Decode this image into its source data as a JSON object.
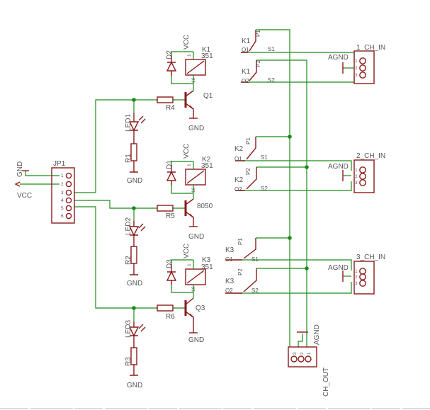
{
  "colors": {
    "wire": "#1a8a1a",
    "symbol": "#8b1a1a",
    "text": "#555555"
  },
  "jp1": {
    "name": "JP1",
    "pins": [
      "1",
      "2",
      "3",
      "4",
      "5",
      "6"
    ],
    "gnd": "GND",
    "vcc": "VCC"
  },
  "stage1": {
    "relay": "K1",
    "relay_type": "351",
    "diode": "D2",
    "vcc": "VCC",
    "transistor": "Q1",
    "base_res": "R4",
    "led": "LED1",
    "led_res": "R1",
    "gnd_e": "GND",
    "gnd_led": "GND",
    "coil_a": "1",
    "coil_b": "16"
  },
  "stage2": {
    "relay": "K2",
    "relay_type": "351",
    "diode": "D1",
    "vcc": "VCC",
    "transistor": "8050",
    "base_res": "R5",
    "led": "LED2",
    "led_res": "R2",
    "gnd_e": "GND",
    "gnd_led": "GND",
    "coil_a": "1",
    "coil_b": "16"
  },
  "stage3": {
    "relay": "K3",
    "relay_type": "351",
    "diode": "D3",
    "vcc": "VCC",
    "transistor": "Q3",
    "base_res": "R6",
    "led": "LED3",
    "led_res": "R3",
    "gnd_e": "GND",
    "gnd_led": "GND",
    "coil_a": "1",
    "coil_b": "16"
  },
  "switches": [
    {
      "ref": "K1",
      "p1": "P1",
      "p2": "P2",
      "o1": "O1",
      "o2": "O2",
      "s1": "S1",
      "s2": "S2"
    },
    {
      "ref": "K2",
      "p1": "P1",
      "p2": "P2",
      "o1": "O1",
      "o2": "O2",
      "s1": "S1",
      "s2": "S2"
    },
    {
      "ref": "K3",
      "p1": "P1",
      "p2": "P2",
      "o1": "O1",
      "o2": "O2",
      "s1": "S1",
      "s2": "S2"
    }
  ],
  "inputs": [
    {
      "name": "1_CH_IN",
      "agnd": "AGND",
      "pins": [
        "1",
        "2",
        "3"
      ]
    },
    {
      "name": "2_CH_IN",
      "agnd": "AGND",
      "pins": [
        "1",
        "2",
        "3"
      ]
    },
    {
      "name": "3_CH_IN",
      "agnd": "AGND",
      "pins": [
        "1",
        "2",
        "3"
      ]
    }
  ],
  "output": {
    "name": "CH_OUT",
    "agnd": "AGND",
    "pins": [
      "3",
      "2",
      "1"
    ]
  }
}
